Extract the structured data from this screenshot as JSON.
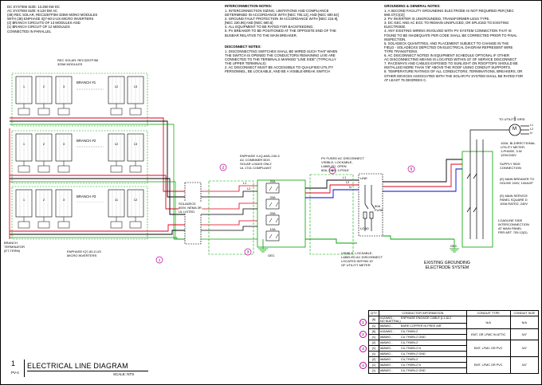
{
  "system": {
    "lines": [
      "DC SYSTEM SIZE: 13.360 kW DC",
      "AC SYSTEM SIZE: 9.120 kW AC",
      "",
      "(38) REC SOLAR, REC325TP3M 325W MONO MODULES",
      "WITH (38) ENPHASE IQ7-60-2-US MICRO INVERTERS",
      "(2) BRANCH CIRCUITS OF 13 MODULES AND",
      "(1) BRANCH CIRCUIT OF 12 MODULES",
      "CONNECTED IN PARALLEL"
    ]
  },
  "interconnection": {
    "title": "INTERCONNECTION NOTES:",
    "lines": [
      "1. INTERCONNECTION SIZING, LIMITATIONS AND COMPLIANCE",
      "DETERMINED IN ACCORDANCE WITH [NEC 705.12], AND [NEC 690.64]",
      "2. GROUND FAULT PROTECTION IN ACCORDANCE WITH [NEC 215.9],",
      "[NEC 230.95] AND [NEC 690.5]",
      "4. ALL EQUIPMENT TO BE RATED FOR BACKFEEDING.",
      "5. PV BREAKER TO BE POSITIONED AT THE OPPOSITE END OF THE",
      "BUSBAR RELATIVE TO THE MAIN BREAKER."
    ]
  },
  "disconnect": {
    "title": "DISCONNECT NOTES:",
    "lines": [
      "1. DISCONNECTING SWITCHES SHALL BE WIRED SUCH THAT WHEN",
      "THE SWITCH IS OPENED THE CONDUCTORS REMAINING LIVE ARE",
      "CONNECTED TO THE TERMINALS MARKED \"LINE SIDE\" (TYPICALLY",
      "THE UPPER TERMINALS)",
      "2. AC DISCONNECT MUST BE ACCESSIBLE TO QUALIFIED UTILITY",
      "PERSONNEL, BE LOCKABLE, AND BE A VISIBLE-BREAK SWITCH"
    ]
  },
  "grounding": {
    "title": "GROUNDING & GENERAL NOTES:",
    "lines": [
      "1. A SECOND FACILITY GROUNDING ELECTRODE IS NOT REQUIRED PER [NEC",
      "690.47(C)(2)]",
      "2. PV INVERTER IS UNGROUNDED, TRANSFORMER-LESS TYPE.",
      "3. DC GEC AND AC EGC TO REMAIN UNSPLICED, OR SPLICED TO EXISTING",
      "ELECTRODE.",
      "4. ANY EXISTING WIRING INVOLVED WITH PV SYSTEM CONNECTION THAT IS",
      "FOUND TO BE INADEQUATE PER CODE SHALL BE CORRECTED PRIOR TO FINAL",
      "INSPECTION.",
      "5. SOLADECK QUANTITIES, AND PLACEMENT SUBJECT TO CHANGE IN THE",
      "FIELD - SOLADECKS DEPICTED ON ELECTRICAL DIAGRAM REPRESENT WIRE",
      "TYPE TRANSITIONS.",
      "6. AC DISCONNECT NOTED IN EQUIPMENT SCHEDULE OPTIONAL IF OTHER",
      "AC DISCONNECTING MEANS IS LOCATED WITHIN 10' OF SERVICE DISCONNECT",
      "7. RACEWAYS AND CABLES EXPOSED TO SUNLIGHT ON ROOFTOPS SHOULD BE",
      "INSTALLED MORE THAN 7/8\" ABOVE THE ROOF USING CONDUIT SUPPORTS.",
      "8. TEMPERATURE RATINGS OF ALL CONDUCTORS, TERMINATIONS, BREAKERS, OR",
      "OTHER DEVICES ASSOCIATED WITH THE SOLAR PV SYSTEM SHALL BE RATED FOR",
      "AT LEAST 75 DEGREES C."
    ]
  },
  "diagram": {
    "module_label": "REC SOLAR: REC325TP3M\n325W MODULES",
    "branches": [
      {
        "label": "BRANCH #1",
        "modules": [
          "1",
          "2",
          "3",
          "12",
          "13"
        ]
      },
      {
        "label": "BRANCH #2",
        "modules": [
          "1",
          "2",
          "3",
          "12",
          "13"
        ]
      },
      {
        "label": "BRANCH #3",
        "modules": [
          "1",
          "2",
          "3",
          "11",
          "12"
        ]
      }
    ],
    "branch_terminator": "BRANCH\nTERMINATOR\n(ET-TERM)",
    "microinverters": "ENPHASE IQ7-60-2-US\nMICRO INVERTERS",
    "soladeck": "SOLADECK\n600V, NEMA 3R,\nUL LISTED",
    "combiner": "ENPHASE X-IQ-AM1-240-3\nAC COMBINER BOX\nSOLAR LOADS ONLY\nUL 1741 COMPLIANT",
    "breakers": [
      "20A",
      "20A",
      "20A",
      "10A"
    ],
    "gec": "GEC",
    "pv_disconnect": "PV FUSED AC DISCONNECT\nVISIBLE, LOCKABLE,\nLABELED, OPEN\n60A, 240V, 2-POLE",
    "line": "LINE",
    "load": "LOAD",
    "fuse": "50A\nFUSE",
    "labeled_disc": "VISIBLE, LOCKABLE,\nLABELED AC DISCONNECT\nLOCATED WITHIN 10'\nOF UTILITY METER",
    "to_grid": "TO UTILITY GRID",
    "meter_symbol": "M",
    "meter_desc": "100A, BI-DIRECTIONAL\nUTILITY METER,\n1-PHASE, 3-W\n120V/240V",
    "supply_side": "SUPPLY SIDE\nCONNECTION",
    "main_breaker": "(E) MAIN BREAKER TO\nHOUSE 240V, 100A/2P",
    "main_panel": "(E) MAIN SERVICE\nPANEL SQUARE D\n100A RATED, 240V",
    "loadside": "LOADLINE SIDE\nINTERCONNECTION\nAT MAIN PANEL\nPER ART. 705.12(D)",
    "gec2": "GEC",
    "electrode": "EXISTING GROUNDING\nELECTRODE SYSTEM",
    "line_tags": [
      "L1",
      "L2",
      "N"
    ],
    "markers": [
      "1",
      "2",
      "3",
      "4",
      "5"
    ]
  },
  "conductor_table": {
    "headers": [
      "QTY",
      "CONDUCTOR INFORMATION",
      "CONDUIT TYPE",
      "CONDUIT\nSIZE"
    ],
    "groups": [
      {
        "tag": "1",
        "rows": [
          [
            "(6)",
            "#12AWG -",
            "ENPHASE ENGAGE CABLE (L1-&L2\nNO NUETRAL)"
          ],
          [
            "(1)",
            "#6AWG -",
            "BARE COPPER IN FREE AIR"
          ]
        ],
        "conduit": "N/A",
        "size": "N/A"
      },
      {
        "tag": "2",
        "rows": [
          [
            "(6)",
            "#10AWG -",
            "CU,THWN-2"
          ],
          [
            "(1)",
            "#8AWG -",
            "CU,THWN-2 GND"
          ]
        ],
        "conduit": "EMT, OR LFMC IN ATTIC",
        "size": "3/4\""
      },
      {
        "tag": "3",
        "rows": [
          [
            "(2)",
            "#6AWG -",
            "CU,THWN-2"
          ],
          [
            "(1)",
            "#6AWG -",
            "CU,THWN-2 N"
          ],
          [
            "(1)",
            "#8AWG -",
            "CU,THWN-2 GND"
          ]
        ],
        "conduit": "EMT, LFMC OR PVC",
        "size": "3/4\""
      },
      {
        "tag": "4",
        "rows": [
          [
            "(2)",
            "#6AWG -",
            "CU,THWN-2"
          ],
          [
            "(1)",
            "#6AWG -",
            "CU,THWN-2 N"
          ],
          [
            "(1)",
            "#8AWG -",
            "CU,THWN-2 GND"
          ]
        ],
        "conduit": "EMT, LFMC OR PVC",
        "size": "3/4\""
      }
    ]
  },
  "title_block": {
    "number": "1",
    "sheet": "PV-4",
    "title": "ELECTRICAL LINE DIAGRAM",
    "scale": "SCALE: NTS"
  },
  "colors": {
    "wire_red": "#e0001a",
    "wire_green": "#00a000",
    "wire_blue": "#0000d0",
    "marker": "#c000a0"
  }
}
